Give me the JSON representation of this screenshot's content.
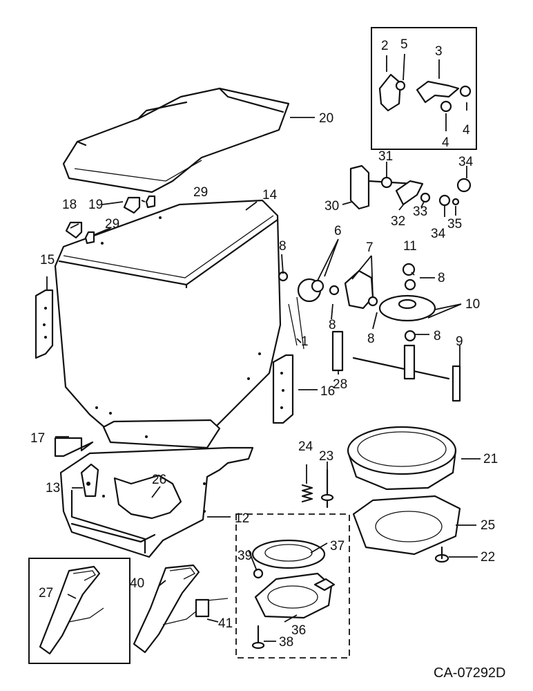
{
  "diagram_code": "CA-07292D",
  "callouts": {
    "c1": "1",
    "c2": "2",
    "c3": "3",
    "c4a": "4",
    "c4b": "4",
    "c5": "5",
    "c6": "6",
    "c7": "7",
    "c8a": "8",
    "c8b": "8",
    "c8c": "8",
    "c8d": "8",
    "c8e": "8",
    "c9": "9",
    "c10": "10",
    "c11": "11",
    "c12": "12",
    "c13": "13",
    "c14": "14",
    "c15": "15",
    "c16": "16",
    "c17": "17",
    "c18": "18",
    "c19": "19",
    "c20": "20",
    "c21": "21",
    "c22": "22",
    "c23": "23",
    "c24": "24",
    "c25": "25",
    "c26": "26",
    "c27": "27",
    "c28": "28",
    "c29a": "29",
    "c29b": "29",
    "c30": "30",
    "c31": "31",
    "c32": "32",
    "c33": "33",
    "c34a": "34",
    "c34b": "34",
    "c35": "35",
    "c36": "36",
    "c37": "37",
    "c38": "38",
    "c39": "39",
    "c40": "40",
    "c41": "41"
  }
}
